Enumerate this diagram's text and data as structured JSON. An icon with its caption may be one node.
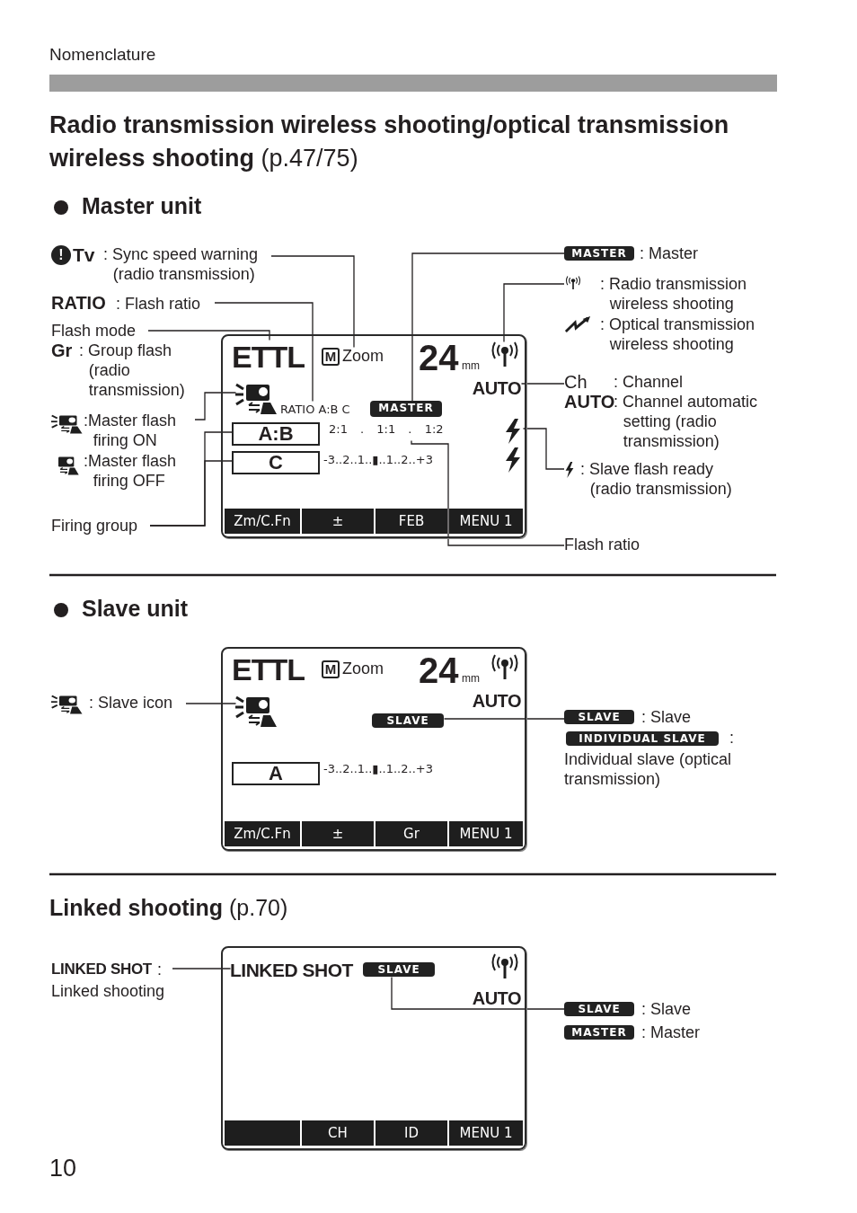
{
  "diagram": {
    "title": "**Radio transmission wireless shooting/optical transmission wireless shooting** (p.47/75)",
    "nodes": [
      {
        "text": [],
        "shape": "box"
      },
      {
        "text": [
          "ETTL"
        ],
        "in": 0
      },
      {
        "text": [
          "M",
          "Zoom"
        ],
        "in": 0
      },
      {
        "text": [
          "24",
          "mm"
        ],
        "in": 0
      },
      {
        "text": [],
        "shape": "antenna",
        "in": 0
      },
      {
        "text": [
          "AUTO"
        ],
        "in": 0
      },
      {
        "text": [],
        "shape": "flash",
        "in": 0
      },
      {
        "text": [
          "RATIO A:B C"
        ],
        "in": 0
      },
      {
        "text": [
          "MASTER"
        ],
        "in": 0
      },
      {
        "text": [
          "A:B"
        ],
        "in": 0
      },
      {
        "text": [
          "C"
        ],
        "in": 0
      },
      {
        "text": [
          "2:1 . 1:1 . 1:2"
        ],
        "in": 0
      },
      {
        "text": [],
        "shape": "bolt",
        "in": 0
      },
      {
        "text": [
          "-3..2..1..▮..1..2..+3"
        ],
        "in": 0
      },
      {
        "text": [],
        "shape": "bolt",
        "in": 0
      },
      {
        "text": [
          "Zm/C.Fn"
        ],
        "in": 0
      },
      {
        "text": [
          "±"
        ],
        "in": 0
      },
      {
        "text": [
          "FEB"
        ],
        "in": 0
      },
      {
        "text": [
          "MENU 1"
        ],
        "in": 0
      },
      {
        "text": [
          "!",
          "Tv",
          ": Sync speed warning (radio transmission)"
        ]
      },
      {
        "text": [
          "RATIO",
          ": Flash ratio"
        ]
      },
      {
        "text": [
          "Flash mode"
        ]
      },
      {
        "text": [
          ":Master flash firing ON"
        ]
      },
      {
        "text": [
          "Firing group"
        ]
      },
      {
        "text": [
          "MASTER",
          ": Master"
        ]
      },
      {
        "text": [
          ": Radio transmission wireless shooting"
        ]
      },
      {
        "text": [
          "Ch",
          ": Channel",
          "AUTO",
          ": Channel automatic setting (radio transmission)"
        ]
      },
      {
        "text": [
          ": Slave flash ready (radio transmission)"
        ]
      },
      {
        "text": [
          "Flash ratio"
        ]
      },
      {
        "text": [],
        "shape": "box"
      },
      {
        "text": [
          "ETTL"
        ],
        "in": 29
      },
      {
        "text": [
          "M",
          "Zoom"
        ],
        "in": 29
      },
      {
        "text": [
          "24",
          "mm"
        ],
        "in": 29
      },
      {
        "text": [],
        "shape": "antenna",
        "in": 29
      },
      {
        "text": [
          "AUTO"
        ],
        "in": 29
      },
      {
        "text": [],
        "shape": "flash",
        "in": 29
      },
      {
        "text": [
          "SLAVE"
        ],
        "in": 29
      },
      {
        "text": [
          "A"
        ],
        "in": 29
      },
      {
        "text": [
          "-3..2..1..▮..1..2..+3"
        ],
        "in": 29
      },
      {
        "text": [
          "Zm/C.Fn"
        ],
        "in": 29
      },
      {
        "text": [
          "±"
        ],
        "in": 29
      },
      {
        "text": [
          "Gr"
        ],
        "in": 29
      },
      {
        "text": [
          "MENU 1"
        ],
        "in": 29
      },
      {
        "text": [
          ": Slave icon"
        ]
      },
      {
        "text": [
          "SLAVE",
          ": Slave",
          "INDIVIDUAL SLAVE",
          ":",
          "Individual slave (optical transmission)"
        ]
      },
      {
        "text": [],
        "shape": "box"
      },
      {
        "text": [
          "LINKED SHOT"
        ],
        "in": 45
      },
      {
        "text": [
          "SLAVE"
        ],
        "in": 45
      },
      {
        "text": [],
        "shape": "antenna",
        "in": 45
      },
      {
        "text": [
          "AUTO"
        ],
        "in": 45
      },
      {
        "text": [],
        "shape": "bar",
        "in": 45
      },
      {
        "text": [
          "CH"
        ],
        "in": 45
      },
      {
        "text": [
          "ID"
        ],
        "in": 45
      },
      {
        "text": [
          "MENU 1"
        ],
        "in": 45
      },
      {
        "text": [
          "LINKED SHOT",
          ":",
          "Linked shooting"
        ]
      },
      {
        "text": [
          "SLAVE",
          ": Slave",
          "MASTER",
          ": Master"
        ]
      }
    ],
    "edges": [
      {
        "from": 19,
        "to": 2,
        "arrow": "none"
      },
      {
        "from": 20,
        "to": 7,
        "arrow": "none"
      },
      {
        "from": 21,
        "to": 1,
        "arrow": "none"
      },
      {
        "from": 22,
        "to": 6,
        "arrow": "none"
      },
      {
        "from": 23,
        "to": 9,
        "arrow": "none"
      },
      {
        "from": 23,
        "to": 10,
        "arrow": "none"
      },
      {
        "from": 24,
        "to": 8,
        "arrow": "none"
      },
      {
        "from": 25,
        "to": 4,
        "arrow": "none"
      },
      {
        "from": 26,
        "to": 5,
        "arrow": "none"
      },
      {
        "from": 12,
        "to": 27,
        "arrow": "none"
      },
      {
        "from": 11,
        "to": 28,
        "arrow": "none"
      },
      {
        "from": 43,
        "to": 35,
        "arrow": "none"
      },
      {
        "from": 44,
        "to": 36,
        "arrow": "none"
      },
      {
        "from": 54,
        "to": 46,
        "arrow": "none"
      },
      {
        "from": 55,
        "to": 47,
        "arrow": "none"
      }
    ],
    "labels": [
      "Nomenclature",
      "Master unit",
      "Gr",
      ": Group flash (radio transmission)",
      ":Master flash firing OFF",
      ": Optical transmission wireless shooting",
      "Slave unit",
      "**Linked shooting** (p.70)",
      "10"
    ]
  }
}
